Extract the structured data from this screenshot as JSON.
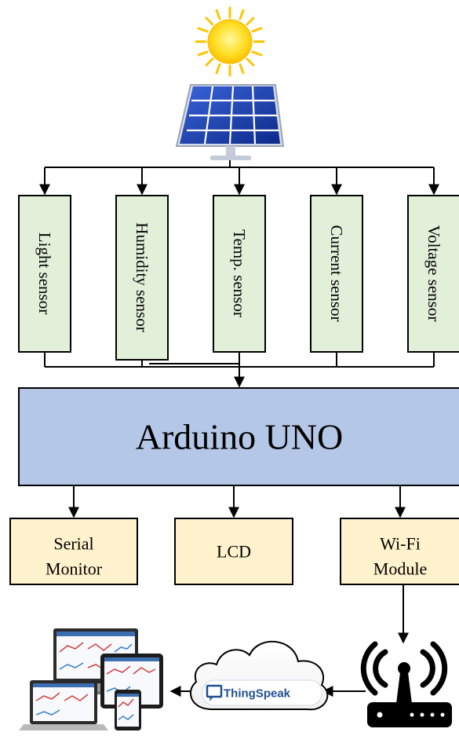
{
  "sensors": [
    {
      "label": "Light sensor"
    },
    {
      "label": "Humidity sensor"
    },
    {
      "label": "Temp. sensor"
    },
    {
      "label": "Current sensor"
    },
    {
      "label": "Voltage sensor"
    }
  ],
  "controller": {
    "label": "Arduino UNO"
  },
  "outputs": [
    {
      "line1": "Serial",
      "line2": "Monitor"
    },
    {
      "line1": "LCD",
      "line2": ""
    },
    {
      "line1": "Wi-Fi",
      "line2": "Module"
    }
  ],
  "cloud": {
    "brand": "ThingSpeak"
  },
  "icons": {
    "sun": "sun-icon",
    "solar_panel": "solar-panel-icon",
    "router": "wifi-router-icon",
    "cloud": "cloud-icon",
    "devices": "devices-icon"
  },
  "colors": {
    "sensor_fill": "#e2efd9",
    "controller_fill": "#b4c7e7",
    "output_fill": "#fff2cc",
    "panel_blue": "#1f3fa8",
    "sun_yellow": "#ffd21a"
  }
}
